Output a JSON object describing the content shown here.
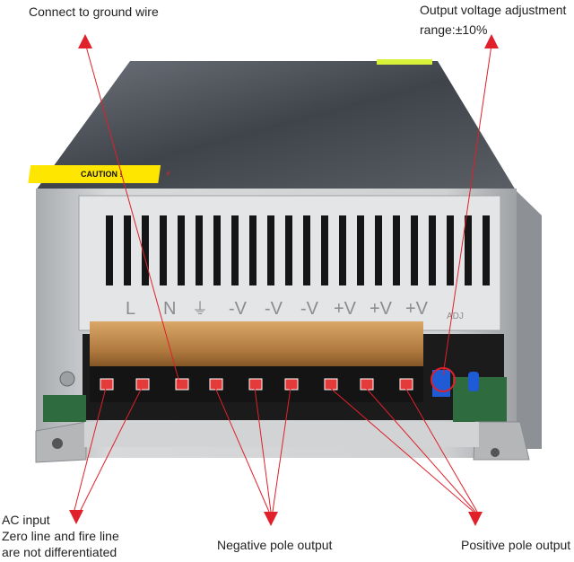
{
  "callouts": {
    "ground": "Connect to ground wire",
    "voltage_adj_line1": "Output voltage adjustment",
    "voltage_adj_line2": "range:±10%",
    "ac_line1": "AC input",
    "ac_line2": "Zero line and fire line",
    "ac_line3": "are not differentiated",
    "negative": "Negative pole output",
    "positive": "Positive pole output"
  },
  "device": {
    "caution": "CAUTION !",
    "terminals": [
      "L",
      "N",
      "⏚",
      "-V",
      "-V",
      "-V",
      "+V",
      "+V",
      "+V"
    ],
    "adj_label": "ADJ"
  },
  "colors": {
    "arrow": "#e0202a",
    "casing_top": "#4a4f57",
    "casing_front": "#c9cbcd",
    "terminal_block": "#b8864a",
    "caution": "#ffe600",
    "pcb": "#2e6b3f",
    "pot": "#1f5bd4"
  }
}
